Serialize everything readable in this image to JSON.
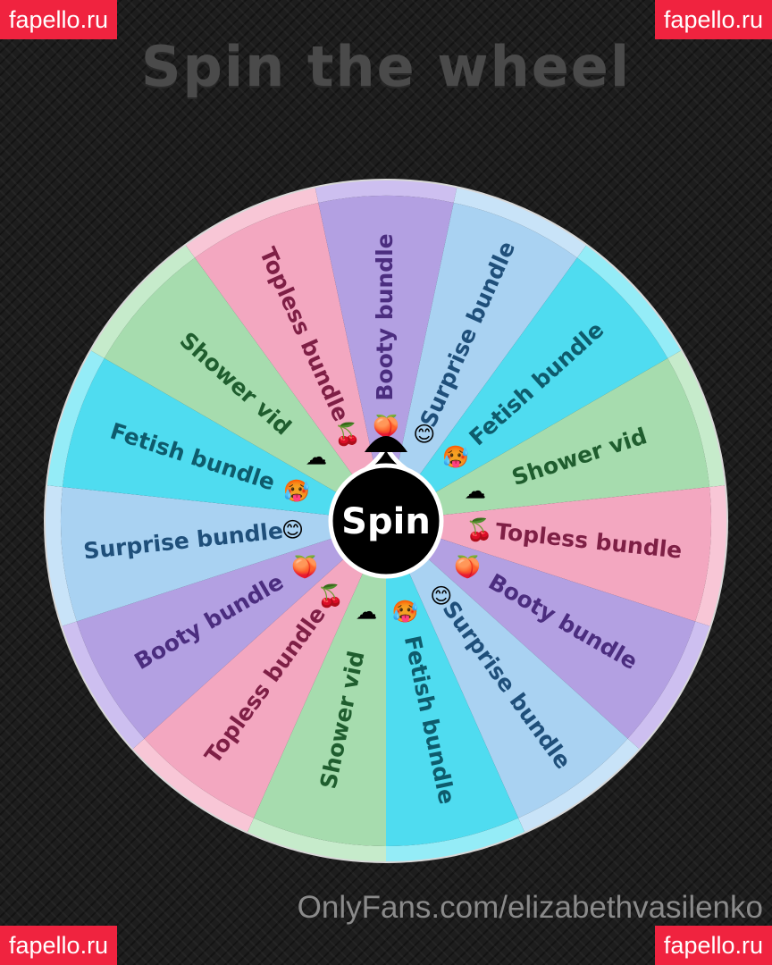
{
  "title": "Spin the wheel",
  "watermark": "fapello.ru",
  "footer_url": "OnlyFans.com/elizabethvasilenko",
  "spin_button": {
    "label": "Spin"
  },
  "colors": {
    "pink": {
      "fill": "#f3a7c0",
      "rim": "#f8c6d6",
      "text": "#7e1f45"
    },
    "purple": {
      "fill": "#b3a0e2",
      "rim": "#cdbff0",
      "text": "#4b2d7f"
    },
    "blue": {
      "fill": "#a9d2f2",
      "rim": "#c8e3f8",
      "text": "#1f4f7a"
    },
    "cyan": {
      "fill": "#4fdcf0",
      "rim": "#94ecf7",
      "text": "#0e5b6c"
    },
    "green": {
      "fill": "#a6dcae",
      "rim": "#c6ebcb",
      "text": "#1f5d2e"
    },
    "hub": "#000000",
    "watermark_bg": "#f0233f"
  },
  "wheel": {
    "segments": [
      {
        "label": "Topless bundle",
        "icon": "cherries-icon",
        "emoji": "🍒",
        "color": "pink"
      },
      {
        "label": "Booty bundle",
        "icon": "peach-icon",
        "emoji": "🍑",
        "color": "purple"
      },
      {
        "label": "Surprise bundle",
        "icon": "blushing-face-icon",
        "emoji": "😊",
        "color": "blue"
      },
      {
        "label": "Fetish bundle",
        "icon": "hot-face-icon",
        "emoji": "🥵",
        "color": "cyan"
      },
      {
        "label": "Shower vid",
        "icon": "steam-cloud-icon",
        "emoji": "☁",
        "color": "green"
      },
      {
        "label": "Topless bundle",
        "icon": "cherries-icon",
        "emoji": "🍒",
        "color": "pink"
      },
      {
        "label": "Booty bundle",
        "icon": "peach-icon",
        "emoji": "🍑",
        "color": "purple"
      },
      {
        "label": "Surprise bundle",
        "icon": "blushing-face-icon",
        "emoji": "😊",
        "color": "blue"
      },
      {
        "label": "Fetish bundle",
        "icon": "hot-face-icon",
        "emoji": "🥵",
        "color": "cyan"
      },
      {
        "label": "Shower vid",
        "icon": "steam-cloud-icon",
        "emoji": "☁",
        "color": "green"
      },
      {
        "label": "Topless bundle",
        "icon": "cherries-icon",
        "emoji": "🍒",
        "color": "pink"
      },
      {
        "label": "Booty bundle",
        "icon": "peach-icon",
        "emoji": "🍑",
        "color": "purple"
      },
      {
        "label": "Surprise bundle",
        "icon": "blushing-face-icon",
        "emoji": "😊",
        "color": "blue"
      },
      {
        "label": "Fetish bundle",
        "icon": "hot-face-icon",
        "emoji": "🥵",
        "color": "cyan"
      },
      {
        "label": "Shower vid",
        "icon": "steam-cloud-icon",
        "emoji": "☁",
        "color": "green"
      }
    ]
  }
}
